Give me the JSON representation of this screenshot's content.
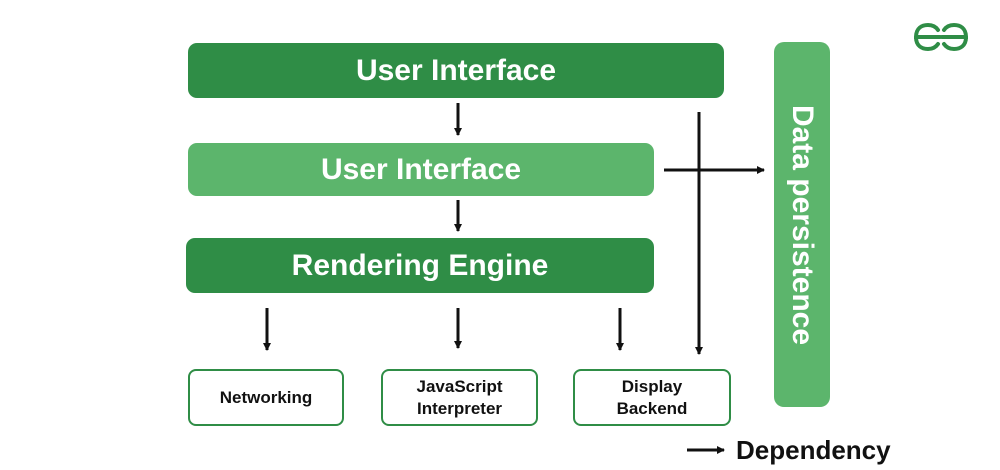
{
  "layers": {
    "user_interface_top": "User Interface",
    "user_interface_second": "User Interface",
    "rendering_engine": "Rendering Engine",
    "data_persistence": "Data persistence"
  },
  "components": {
    "networking": "Networking",
    "js_line1": "JavaScript",
    "js_line2": "Interpreter",
    "display_line1": "Display",
    "display_line2": "Backend"
  },
  "legend": {
    "label": "Dependency"
  },
  "colors": {
    "dark_green": "#2f8d46",
    "light_green": "#5cb56c",
    "arrow": "#111111"
  },
  "logo": {
    "icon": "geeksforgeeks-logo-icon"
  }
}
